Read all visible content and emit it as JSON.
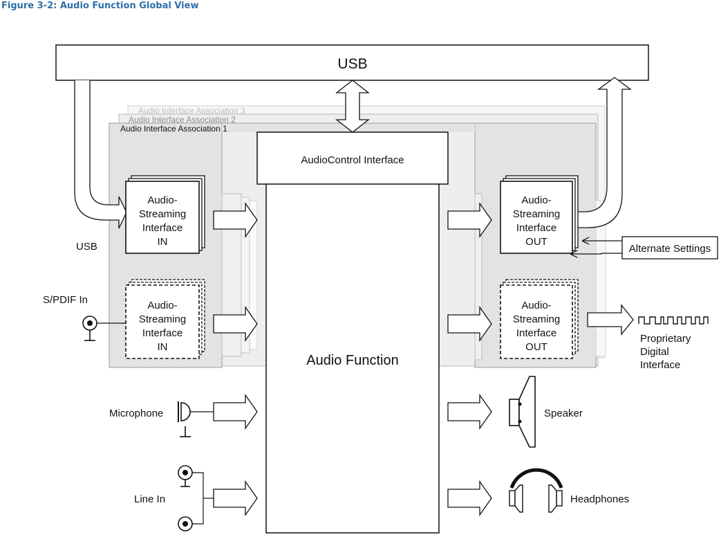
{
  "caption": "Figure 3-2: Audio Function Global View",
  "usb_bar": "USB",
  "associations": {
    "aia3": "Audio Interface Association 3",
    "aia2": "Audio Interface Association 2",
    "aia1": "Audio Interface Association 1"
  },
  "audio_control": "AudioControl Interface",
  "audio_function": "Audio Function",
  "streaming_in": [
    "Audio-",
    "Streaming",
    "Interface",
    "IN"
  ],
  "streaming_out": [
    "Audio-",
    "Streaming",
    "Interface",
    "OUT"
  ],
  "labels": {
    "usb_side": "USB",
    "spdif": "S/PDIF In",
    "microphone": "Microphone",
    "line_in": "Line In",
    "alternate_settings": "Alternate Settings",
    "proprietary": [
      "Proprietary",
      "Digital",
      "Interface"
    ],
    "speaker": "Speaker",
    "headphones": "Headphones"
  },
  "colors": {
    "caption": "#2f6fa8",
    "association_fill": "#e3e3e3",
    "stroke": "#111111"
  }
}
